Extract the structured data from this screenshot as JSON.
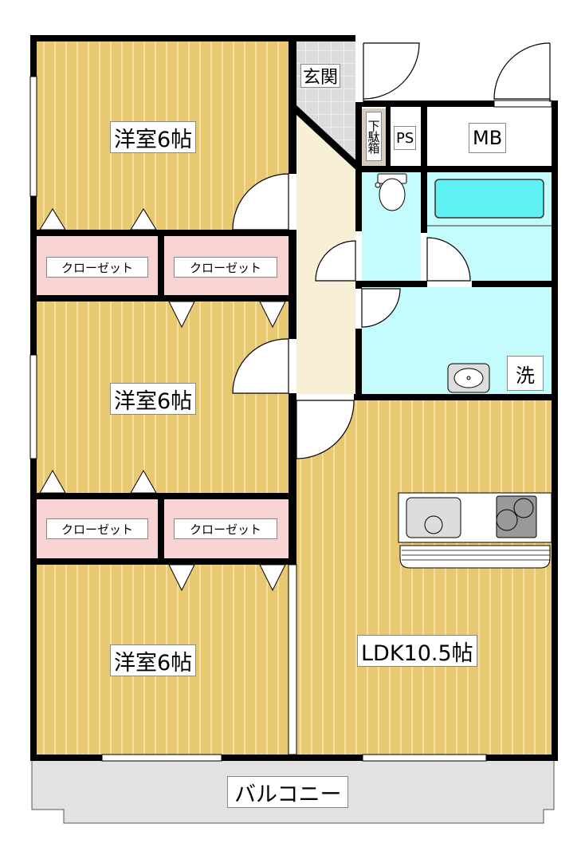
{
  "floorplan": {
    "rooms": {
      "western_room_1": "洋室6帖",
      "western_room_2": "洋室6帖",
      "western_room_3": "洋室6帖",
      "ldk": "LDK10.5帖",
      "entrance": "玄関",
      "shoe_box": "下駄箱",
      "ps": "PS",
      "mb": "MB",
      "washroom": "洗",
      "balcony": "バルコニー"
    },
    "closets": [
      "クローゼット",
      "クローゼット",
      "クローゼット",
      "クローゼット"
    ]
  },
  "colors": {
    "floor": "#e8c870",
    "floor_stripe": "#f4dfa2",
    "closet": "#f9d4d4",
    "wet_area": "#c4fbfb",
    "bathtub": "#5ff0f5",
    "hallway": "#f8efd6",
    "entrance_tile": "#dcdcdc",
    "balcony": "#e2e2e2",
    "wall": "#000000"
  }
}
